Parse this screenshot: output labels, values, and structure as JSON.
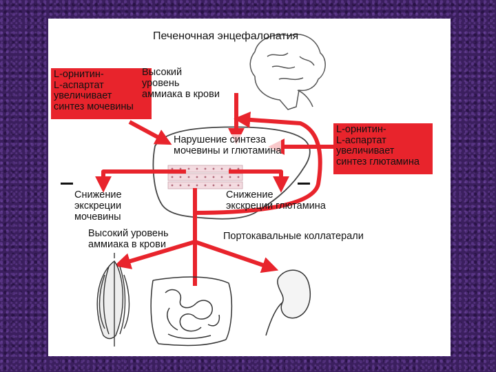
{
  "title": "Печеночная энцефалопатия",
  "left_box": "L-орнитин-\nL-аспартат\nувеличивает\nсинтез мочевины",
  "right_box": "L-орнитин-\nL-аспартат\nувеличивает\nсинтез глютамина",
  "high_ammonia_top": "Высокий\nуровень\nаммиака в крови",
  "synthesis_disorder": "Нарушение синтеза\nмочевины и глютамина",
  "urea_excretion_decrease": "Снижение\nэкскреции\nмочевины",
  "glutamine_excretion_decrease": "Снижение\nэкскреции глютамина",
  "high_ammonia_bottom": "Высокий уровень\nаммиака в крови",
  "portocaval_collaterals": "Портокавальные коллатерали",
  "colors": {
    "arrow_red": "#e8242c",
    "box_red": "#e8242c",
    "background_purple": "#3b1f5e",
    "panel": "#ffffff"
  },
  "icons": [
    "brain-icon",
    "liver-icon",
    "muscle-icon",
    "intestine-icon",
    "kidney-icon"
  ]
}
